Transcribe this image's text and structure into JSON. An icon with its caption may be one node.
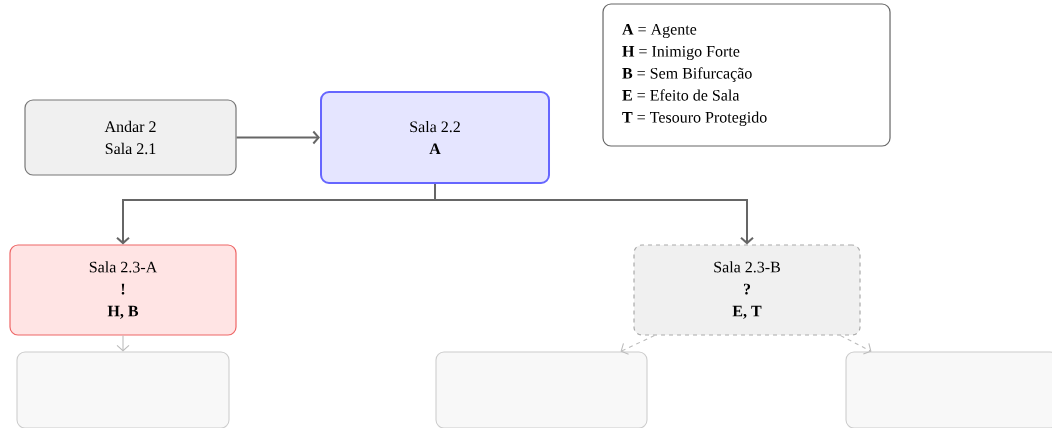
{
  "diagram": {
    "nodes": [
      {
        "text": [
          "Andar 2",
          "Sala 2.1"
        ]
      },
      {
        "text": [
          "Sala 2.2",
          "A"
        ]
      },
      {
        "text": [
          "Sala 2.3-A",
          "!",
          "H, B"
        ]
      },
      {
        "text": [
          "Sala 2.3-B",
          "?",
          "E, T"
        ]
      },
      {
        "text": [],
        "shape": "box"
      },
      {
        "text": [],
        "shape": "box"
      },
      {
        "text": [],
        "shape": "box"
      },
      {
        "text": [
          "**A** = Agente",
          "**H** = Inimigo Forte",
          "**B** = Sem Bifurcação",
          "**E** = Efeito de Sala",
          "**T** = Tesouro Protegido"
        ]
      }
    ],
    "edges": [
      {
        "from": 0,
        "to": 1,
        "arrow": "to"
      },
      {
        "from": 1,
        "to": 2,
        "arrow": "to"
      },
      {
        "from": 1,
        "to": 3,
        "arrow": "to"
      },
      {
        "from": 2,
        "to": 4,
        "arrow": "to",
        "color": "#bbbbbb"
      },
      {
        "from": 3,
        "to": 5,
        "arrow": "to",
        "style": "dashed",
        "color": "#bbbbbb"
      },
      {
        "from": 3,
        "to": 6,
        "arrow": "to",
        "style": "dashed",
        "color": "#bbbbbb"
      }
    ]
  }
}
